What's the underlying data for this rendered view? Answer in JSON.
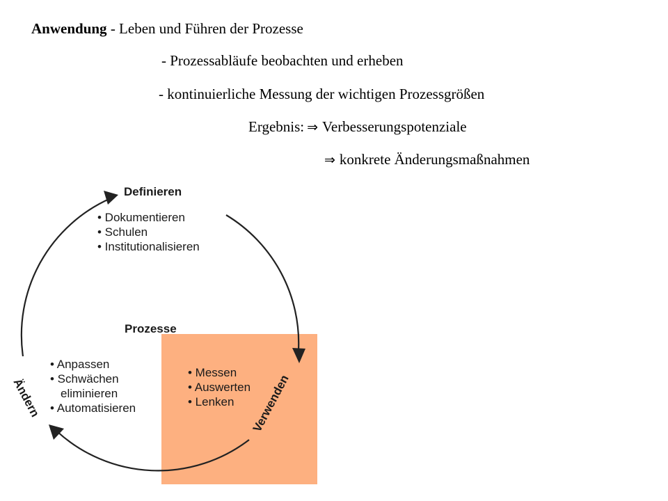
{
  "text": {
    "line1_bold": "Anwendung",
    "line1_rest": " - Leben und Führen der Prozesse",
    "line2": "- Prozessabläufe beobachten und erheben",
    "line3": "- kontinuierliche Messung der wichtigen Prozessgrößen",
    "line4_label": "Ergebnis:",
    "line4_value": "Verbesserungspotenziale",
    "line5_value": "konkrete Änderungsmaßnahmen",
    "implies_symbol": "⇒"
  },
  "cycle": {
    "center_label": "Prozesse",
    "definieren": {
      "title": "Definieren",
      "items": [
        "• Dokumentieren",
        "• Schulen",
        "• Institutionalisieren"
      ]
    },
    "verwenden": {
      "title": "Verwenden",
      "items": [
        "• Messen",
        "• Auswerten",
        "• Lenken"
      ]
    },
    "aendern": {
      "title": "Ändern",
      "items": [
        "• Anpassen",
        "• Schwächen",
        "eliminieren",
        "• Automatisieren"
      ]
    }
  },
  "colors": {
    "highlight": "#FDB080",
    "cycle_line": "#222222"
  }
}
